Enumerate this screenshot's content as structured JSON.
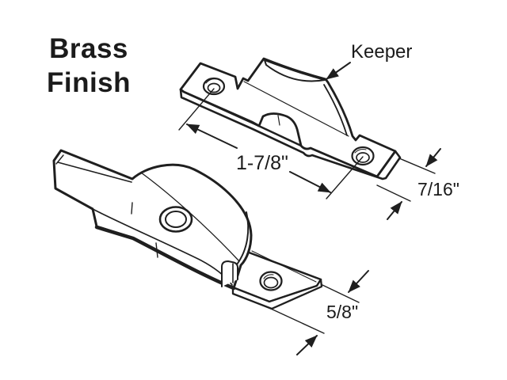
{
  "finish_label": {
    "line1": "Brass",
    "line2": "Finish"
  },
  "keeper_label": "Keeper",
  "dimensions": {
    "screw_spacing": "1-7/8\"",
    "keeper_plate_width": "7/16\"",
    "lock_base_width": "5/8\""
  },
  "colors": {
    "ink": "#1f1f1f",
    "background": "#ffffff"
  }
}
